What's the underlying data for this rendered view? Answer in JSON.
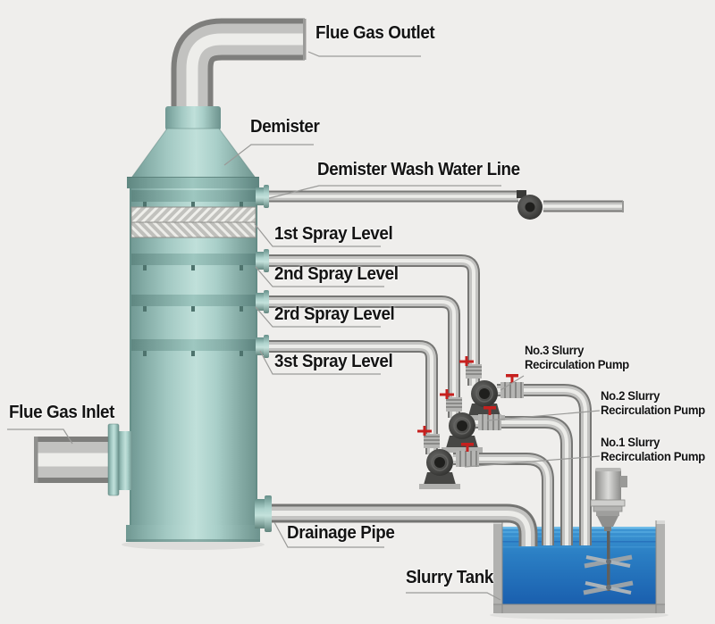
{
  "labels": {
    "flue_gas_outlet": "Flue Gas Outlet",
    "demister": "Demister",
    "demister_wash_water_line": "Demister Wash Water Line",
    "spray_level_1": "1st Spray Level",
    "spray_level_2": "2nd Spray Level",
    "spray_level_3": "2rd Spray Level",
    "spray_level_4": "3st Spray Level",
    "flue_gas_inlet": "Flue Gas Inlet",
    "drainage_pipe": "Drainage Pipe",
    "pump_no3": "No.3 Slurry Recirculation Pump",
    "pump_no2": "No.2 Slurry Recirculation Pump",
    "pump_no1": "No.1 Slurry Recirculation Pump",
    "slurry_tank": "Slurry Tank"
  },
  "colors": {
    "background": "#efeeec",
    "tower_teal": "#9fc5bf",
    "pipe_gray": "#c3c3c1",
    "pump_dark": "#3d3d3b",
    "valve_red": "#c6201e",
    "water_blue": "#2b7fc4",
    "label_text": "#141414"
  }
}
